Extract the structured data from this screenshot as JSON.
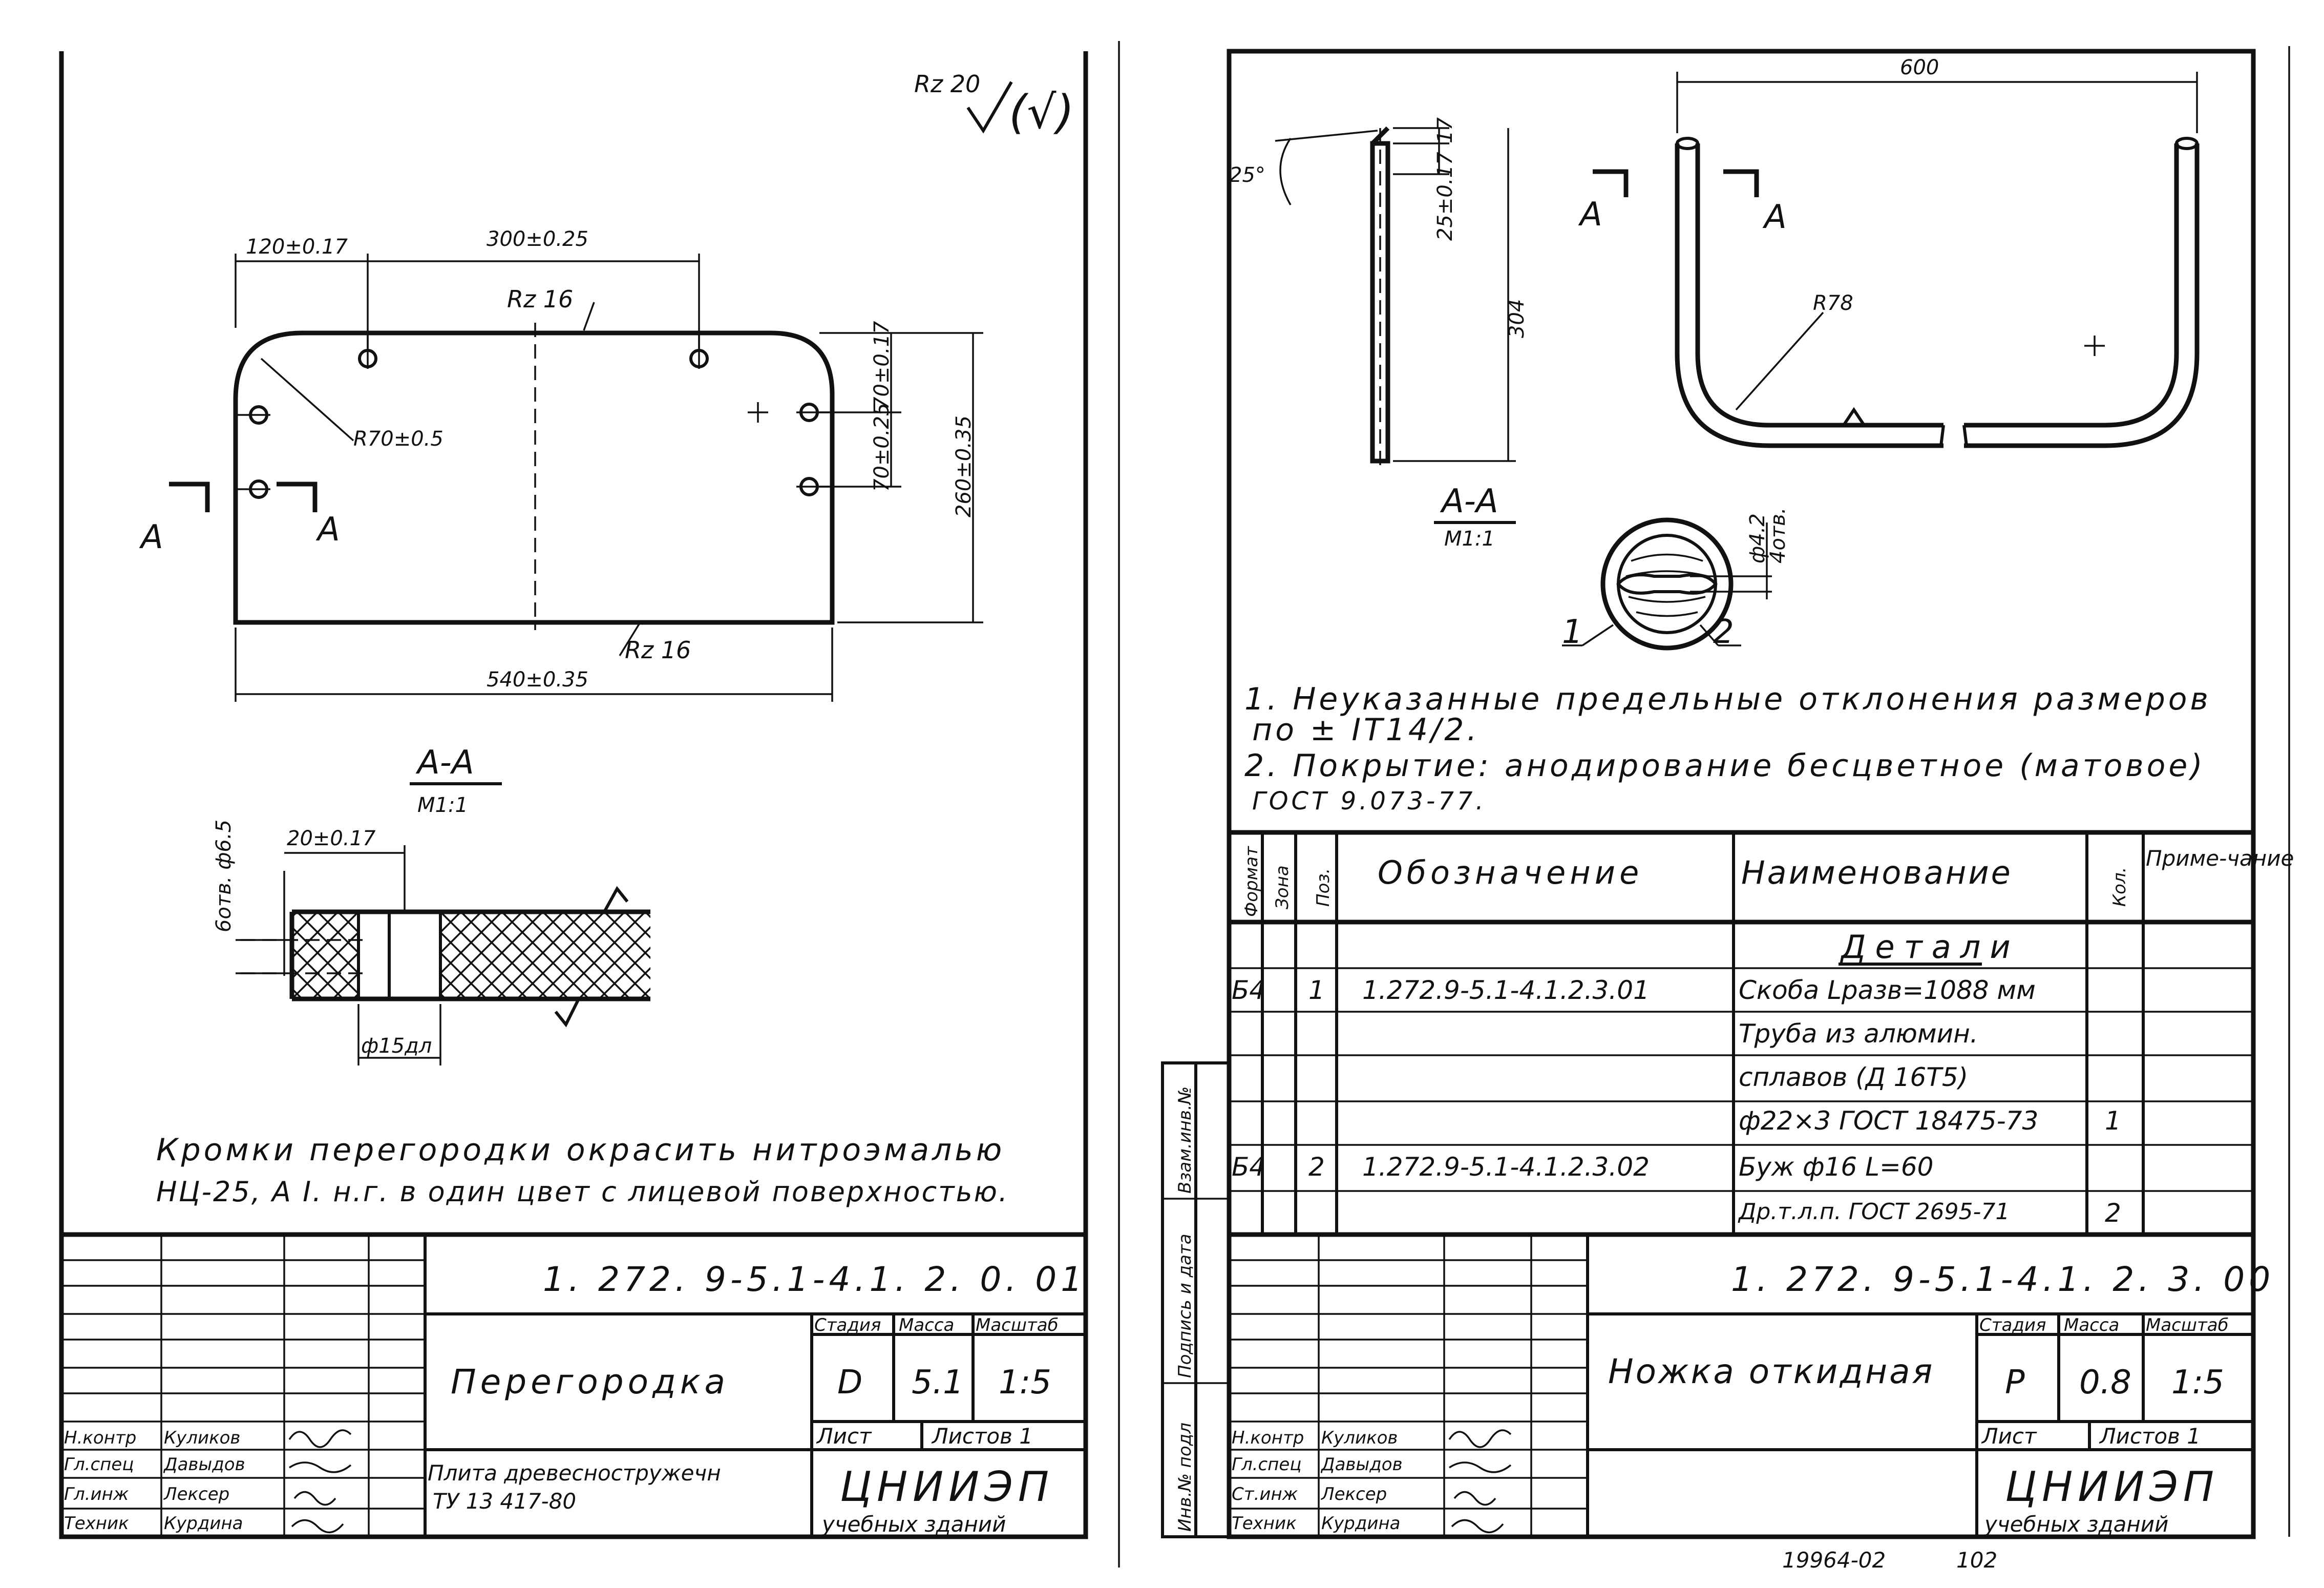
{
  "left_sheet": {
    "roughness_mark": "Rz 20",
    "roughness_paren": "(√)",
    "dims": {
      "d120": "120±0.17",
      "d300": "300±0.25",
      "rz_top": "Rz 16",
      "r70": "R70±0.5",
      "d70a": "70±0.25",
      "d70b": "70±0.17",
      "d260": "260±0.35",
      "d540": "540±0.35",
      "rz_bottom": "Rz 16"
    },
    "section_marks": [
      "A",
      "A"
    ],
    "section": {
      "title": "А-А",
      "scale": "М1:1",
      "holes": "6отв. ф6.5",
      "d20": "20±0.17",
      "d15": "ф15дл"
    },
    "note_lines": [
      "Кромки перегородки окрасить нитроэмалью",
      "НЦ-25, А I. н.г. в один цвет с лицевой поверхностью."
    ],
    "title_block": {
      "doc_number": "1. 272. 9-5.1-4.1. 2. 0. 01",
      "part_name": "Перегородка",
      "material_line1": "Плита древесностружечн",
      "material_line2": "ТУ 13 417-80",
      "stage_label": "Стадия",
      "mass_label": "Масса",
      "scale_label": "Масштаб",
      "stage": "D",
      "mass": "5.1",
      "scale": "1:5",
      "sheet_label": "Лист",
      "sheets_label": "Листов 1",
      "org": "ЦНИИЭП",
      "org_sub": "учебных зданий",
      "roles": [
        "Н.контр",
        "Гл.спец",
        "Гл.инж",
        "Техник"
      ],
      "names": [
        "Куликов",
        "Давыдов",
        "Лексер",
        "Курдина"
      ]
    }
  },
  "right_sheet": {
    "dims": {
      "d600": "600",
      "a25": "25°",
      "d17": "17",
      "d25": "25±0.17",
      "d304": "304",
      "r78": "R78",
      "d42": "ф4.2",
      "d42b": "4отв."
    },
    "section_marks": [
      "A",
      "A"
    ],
    "section": {
      "title": "А-А",
      "scale": "М1:1",
      "pos1": "1",
      "pos2": "2"
    },
    "notes": [
      "1. Неуказанные предельные отклонения размеров",
      "по ± IT14/2.",
      "2. Покрытие: анодирование бесцветное (матовое)",
      "ГОСТ 9.073-77."
    ],
    "spec": {
      "col_format": "Формат",
      "col_zone": "Зона",
      "col_pos": "Поз.",
      "col_designation": "Обозначение",
      "col_name": "Наименование",
      "col_qty": "Кол.",
      "col_note": "Приме-чание",
      "section_header": "Детали",
      "rows": [
        {
          "format": "Б4",
          "pos": "1",
          "designation": "1.272.9-5.1-4.1.2.3.01",
          "name": "Скоба Lразв=1088 мм",
          "qty": ""
        },
        {
          "format": "",
          "pos": "",
          "designation": "",
          "name": "Труба из алюмин.",
          "qty": ""
        },
        {
          "format": "",
          "pos": "",
          "designation": "",
          "name": "сплавов (Д 16Т5)",
          "qty": ""
        },
        {
          "format": "",
          "pos": "",
          "designation": "",
          "name": "ф22×3 ГОСТ 18475-73",
          "qty": "1"
        },
        {
          "format": "Б4",
          "pos": "2",
          "designation": "1.272.9-5.1-4.1.2.3.02",
          "name": "Буж ф16 L=60",
          "qty": ""
        },
        {
          "format": "",
          "pos": "",
          "designation": "",
          "name": "Др.т.л.п. ГОСТ 2695-71",
          "qty": "2"
        }
      ]
    },
    "side_labels": [
      "Инв.№ подл",
      "Подпись и дата",
      "Взам.инв.№"
    ],
    "title_block": {
      "doc_number": "1. 272. 9-5.1-4.1. 2. 3. 00",
      "part_name": "Ножка откидная",
      "stage_label": "Стадия",
      "mass_label": "Масса",
      "scale_label": "Масштаб",
      "stage": "Р",
      "mass": "0.8",
      "scale": "1:5",
      "sheet_label": "Лист",
      "sheets_label": "Листов 1",
      "org": "ЦНИИЭП",
      "org_sub": "учебных зданий",
      "roles": [
        "Н.контр",
        "Гл.спец",
        "Ст.инж",
        "Техник"
      ],
      "names": [
        "Куликов",
        "Давыдов",
        "Лексер",
        "Курдина"
      ]
    },
    "bottom_numbers": [
      "19964-02",
      "102"
    ]
  }
}
